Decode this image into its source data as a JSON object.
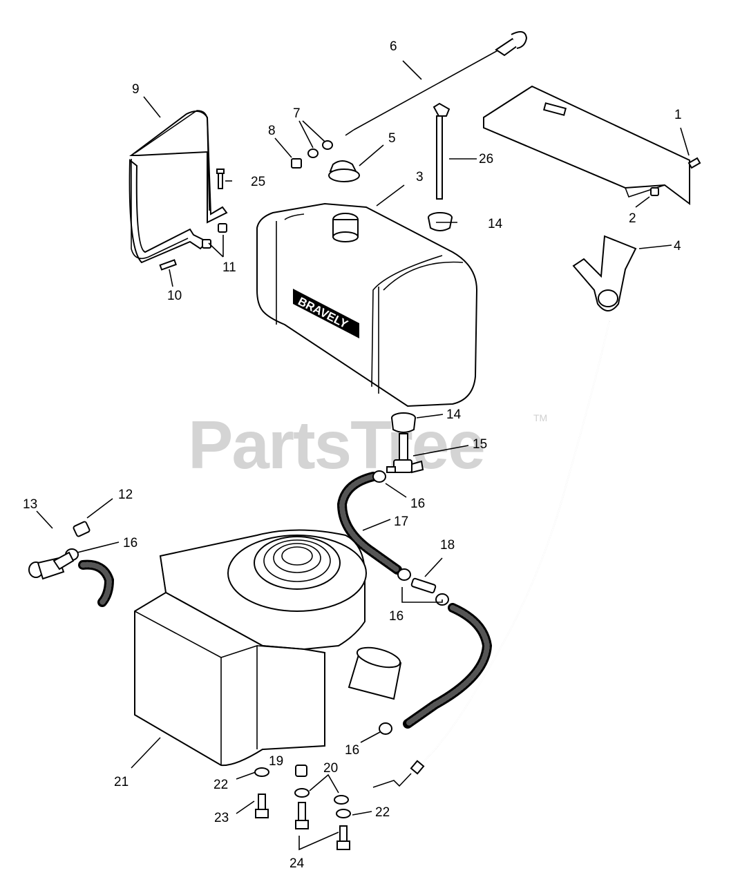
{
  "watermark": {
    "text": "PartsTree",
    "trademark": "TM"
  },
  "tank_brand": "BRAVELY",
  "callouts": {
    "c1": "1",
    "c2": "2",
    "c3": "3",
    "c4": "4",
    "c5": "5",
    "c6": "6",
    "c7": "7",
    "c8": "8",
    "c9": "9",
    "c10": "10",
    "c11": "11",
    "c12": "12",
    "c13": "13",
    "c14a": "14",
    "c14b": "14",
    "c15": "15",
    "c16a": "16",
    "c16b": "16",
    "c16c": "16",
    "c16d": "16",
    "c17": "17",
    "c18": "18",
    "c19": "19",
    "c20": "20",
    "c21": "21",
    "c22a": "22",
    "c22b": "22",
    "c23": "23",
    "c24": "24",
    "c25": "25",
    "c26": "26"
  }
}
